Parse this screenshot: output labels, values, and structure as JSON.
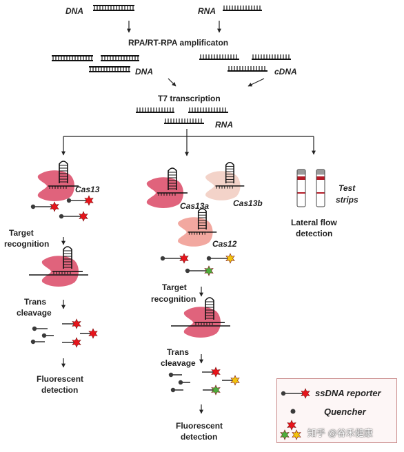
{
  "top": {
    "dna_label": "DNA",
    "rna_label": "RNA",
    "amplification_label": "RPA/RT-RPA amplificaton",
    "dna_amplicon_label": "DNA",
    "cdna_label": "cDNA",
    "t7_label": "T7 transcription",
    "rna_product_label": "RNA"
  },
  "left_path": {
    "enzyme_label": "Cas13",
    "step1_label": [
      "Target",
      "recognition"
    ],
    "step2_label": [
      "Trans",
      "cleavage"
    ],
    "result_label": [
      "Fluorescent",
      "detection"
    ]
  },
  "middle_path": {
    "enzyme1_label": "Cas13a",
    "enzyme2_label": "Cas13b",
    "enzyme3_label": "Cas12",
    "step1_label": [
      "Target",
      "recognition"
    ],
    "step2_label": [
      "Trans",
      "cleavage"
    ],
    "result_label": [
      "Fluorescent",
      "detection"
    ]
  },
  "right_path": {
    "strips_label": [
      "Test",
      "strips"
    ],
    "result_label": [
      "Lateral flow",
      "detection"
    ]
  },
  "legend": {
    "reporter_label": "ssDNA reporter",
    "quencher_label": "Quencher"
  },
  "watermark": "知乎 @谷禾健康",
  "colors": {
    "cas_protein": "#e0637c",
    "cas13b_protein": "#f3d3c9",
    "cas12_protein": "#f2a8a0",
    "fluorophore_red": "#e8141b",
    "fluorophore_yellow": "#f2c40d",
    "fluorophore_green": "#4caf3d",
    "quencher": "#3a3a3a",
    "strip_band": "#b41c28",
    "legend_border": "#c98a8a"
  }
}
